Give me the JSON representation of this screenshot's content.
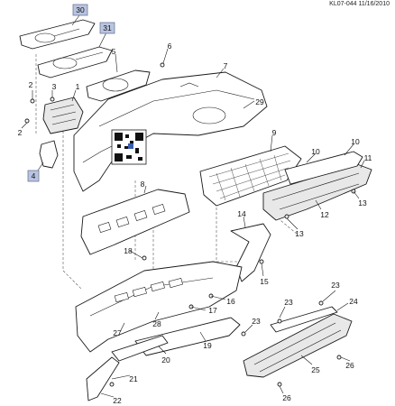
{
  "drawing_stamp": "KL07-044 11/16/2010",
  "colors": {
    "highlight_fill": "#b9c4e0",
    "highlight_stroke": "#6b7a99",
    "line": "#1a1a1a",
    "dash": "#555555"
  },
  "callouts": {
    "c1": "1",
    "c2": "2",
    "c2b": "2",
    "c3": "3",
    "c4": "4",
    "c5": "5",
    "c6": "6",
    "c7": "7",
    "c8": "8",
    "c9": "9",
    "c10a": "10",
    "c10b": "10",
    "c11": "11",
    "c12": "12",
    "c13a": "13",
    "c13b": "13",
    "c14": "14",
    "c15": "15",
    "c16": "16",
    "c17": "17",
    "c18": "18",
    "c19": "19",
    "c20": "20",
    "c21": "21",
    "c22": "22",
    "c23a": "23",
    "c23b": "23",
    "c23c": "23",
    "c24": "24",
    "c25": "25",
    "c26a": "26",
    "c26b": "26",
    "c27": "27",
    "c28": "28",
    "c29": "29",
    "c30": "30",
    "c31": "31"
  }
}
